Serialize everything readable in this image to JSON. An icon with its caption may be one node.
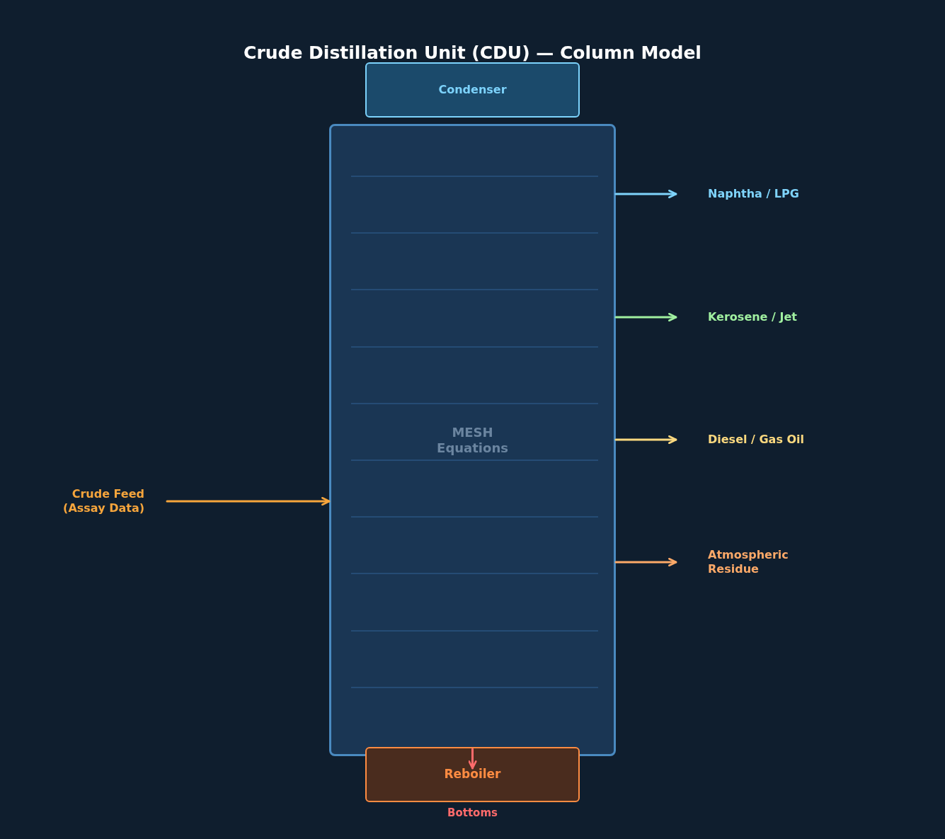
{
  "diagram": {
    "title": "Crude Distillation Unit (CDU) — Column Model",
    "nodes": [
      {
        "text": [
          "Condenser"
        ]
      },
      {
        "text": [
          "MESH Equations"
        ]
      },
      {
        "text": [
          "Reboiler"
        ],
        "beside": [
          "Bottoms"
        ]
      },
      {
        "text": [
          "Crude Feed (Assay Data)"
        ]
      },
      {
        "text": [
          "Naphtha / LPG"
        ]
      },
      {
        "text": [
          "Kerosene / Jet"
        ]
      },
      {
        "text": [
          "Diesel / Gas Oil"
        ]
      },
      {
        "text": [
          "Atmospheric Residue"
        ]
      }
    ],
    "edges": [
      {
        "from": 3,
        "to": 1,
        "arrow": "to",
        "color": "#f6a53c"
      },
      {
        "from": 1,
        "to": 4,
        "arrow": "to",
        "color": "#7fd4fb"
      },
      {
        "from": 1,
        "to": 5,
        "arrow": "to",
        "color": "#a0f0a0"
      },
      {
        "from": 1,
        "to": 6,
        "arrow": "to",
        "color": "#fcd97f"
      },
      {
        "from": 1,
        "to": 7,
        "arrow": "to",
        "color": "#fca968"
      },
      {
        "from": 1,
        "to": 2,
        "arrow": "to",
        "color": "#ff6b6b"
      }
    ]
  }
}
